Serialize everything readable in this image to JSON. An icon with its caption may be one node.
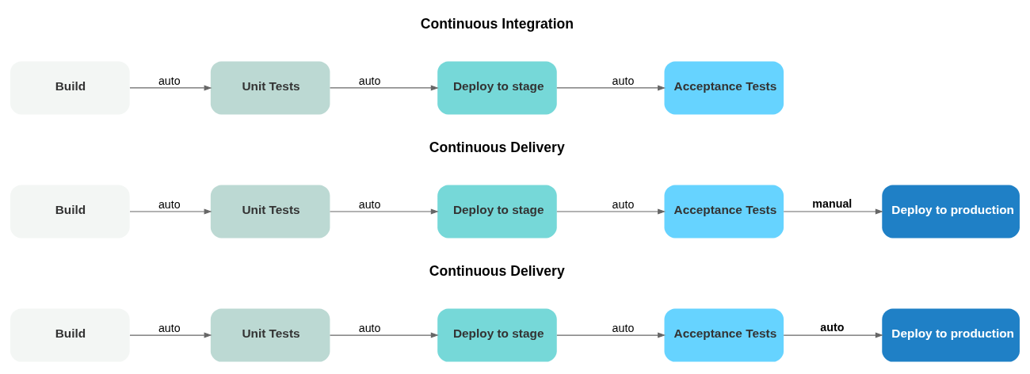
{
  "diagram": {
    "nodes": [
      {
        "text": [
          "Build"
        ]
      },
      {
        "text": [
          "Unit Tests"
        ]
      },
      {
        "text": [
          "Deploy to stage"
        ]
      },
      {
        "text": [
          "Acceptance Tests"
        ]
      },
      {
        "text": [
          "Build"
        ]
      },
      {
        "text": [
          "Unit Tests"
        ]
      },
      {
        "text": [
          "Deploy to stage"
        ]
      },
      {
        "text": [
          "Acceptance Tests"
        ]
      },
      {
        "text": [
          "Deploy to production"
        ]
      },
      {
        "text": [
          "Build"
        ]
      },
      {
        "text": [
          "Unit Tests"
        ]
      },
      {
        "text": [
          "Deploy to stage"
        ]
      },
      {
        "text": [
          "Acceptance Tests"
        ]
      },
      {
        "text": [
          "Deploy to production"
        ]
      }
    ],
    "edges": [
      {
        "from": 0,
        "to": 1,
        "arrow": "to",
        "label": "auto"
      },
      {
        "from": 1,
        "to": 2,
        "arrow": "to",
        "label": "auto"
      },
      {
        "from": 2,
        "to": 3,
        "arrow": "to",
        "label": "auto"
      },
      {
        "from": 4,
        "to": 5,
        "arrow": "to",
        "label": "auto"
      },
      {
        "from": 5,
        "to": 6,
        "arrow": "to",
        "label": "auto"
      },
      {
        "from": 6,
        "to": 7,
        "arrow": "to",
        "label": "auto"
      },
      {
        "from": 7,
        "to": 8,
        "arrow": "to",
        "label": "manual"
      },
      {
        "from": 9,
        "to": 10,
        "arrow": "to",
        "label": "auto"
      },
      {
        "from": 10,
        "to": 11,
        "arrow": "to",
        "label": "auto"
      },
      {
        "from": 11,
        "to": 12,
        "arrow": "to",
        "label": "auto"
      },
      {
        "from": 12,
        "to": 13,
        "arrow": "to",
        "label": "auto"
      }
    ],
    "labels": [
      "Continuous Integration",
      "Continuous Delivery",
      "Continuous Delivery"
    ]
  }
}
